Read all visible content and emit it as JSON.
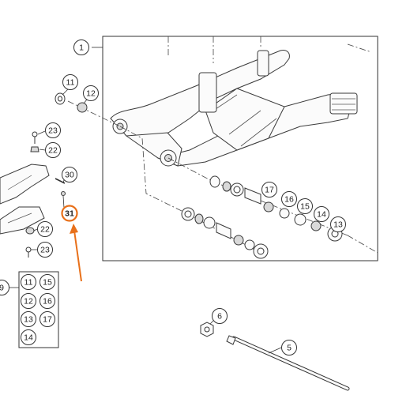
{
  "diagram": {
    "assembly_callout": "1",
    "callouts": [
      {
        "id": "c1",
        "label": "1"
      },
      {
        "id": "c11",
        "label": "11"
      },
      {
        "id": "c12",
        "label": "12"
      },
      {
        "id": "c23a",
        "label": "23"
      },
      {
        "id": "c22a",
        "label": "22"
      },
      {
        "id": "c30",
        "label": "30"
      },
      {
        "id": "c31",
        "label": "31"
      },
      {
        "id": "c22b",
        "label": "22"
      },
      {
        "id": "c23b",
        "label": "23"
      },
      {
        "id": "c17",
        "label": "17"
      },
      {
        "id": "c16",
        "label": "16"
      },
      {
        "id": "c15",
        "label": "15"
      },
      {
        "id": "c14",
        "label": "14"
      },
      {
        "id": "c13",
        "label": "13"
      },
      {
        "id": "c6",
        "label": "6"
      },
      {
        "id": "c5",
        "label": "5"
      },
      {
        "id": "c9",
        "label": "9"
      }
    ],
    "kit_box": {
      "labels": [
        "11",
        "15",
        "12",
        "16",
        "13",
        "17",
        "14"
      ]
    },
    "highlight": {
      "label": "31",
      "color": "#e8701a"
    },
    "colors": {
      "line": "#333333",
      "highlight": "#e8701a",
      "background": "#ffffff"
    }
  }
}
